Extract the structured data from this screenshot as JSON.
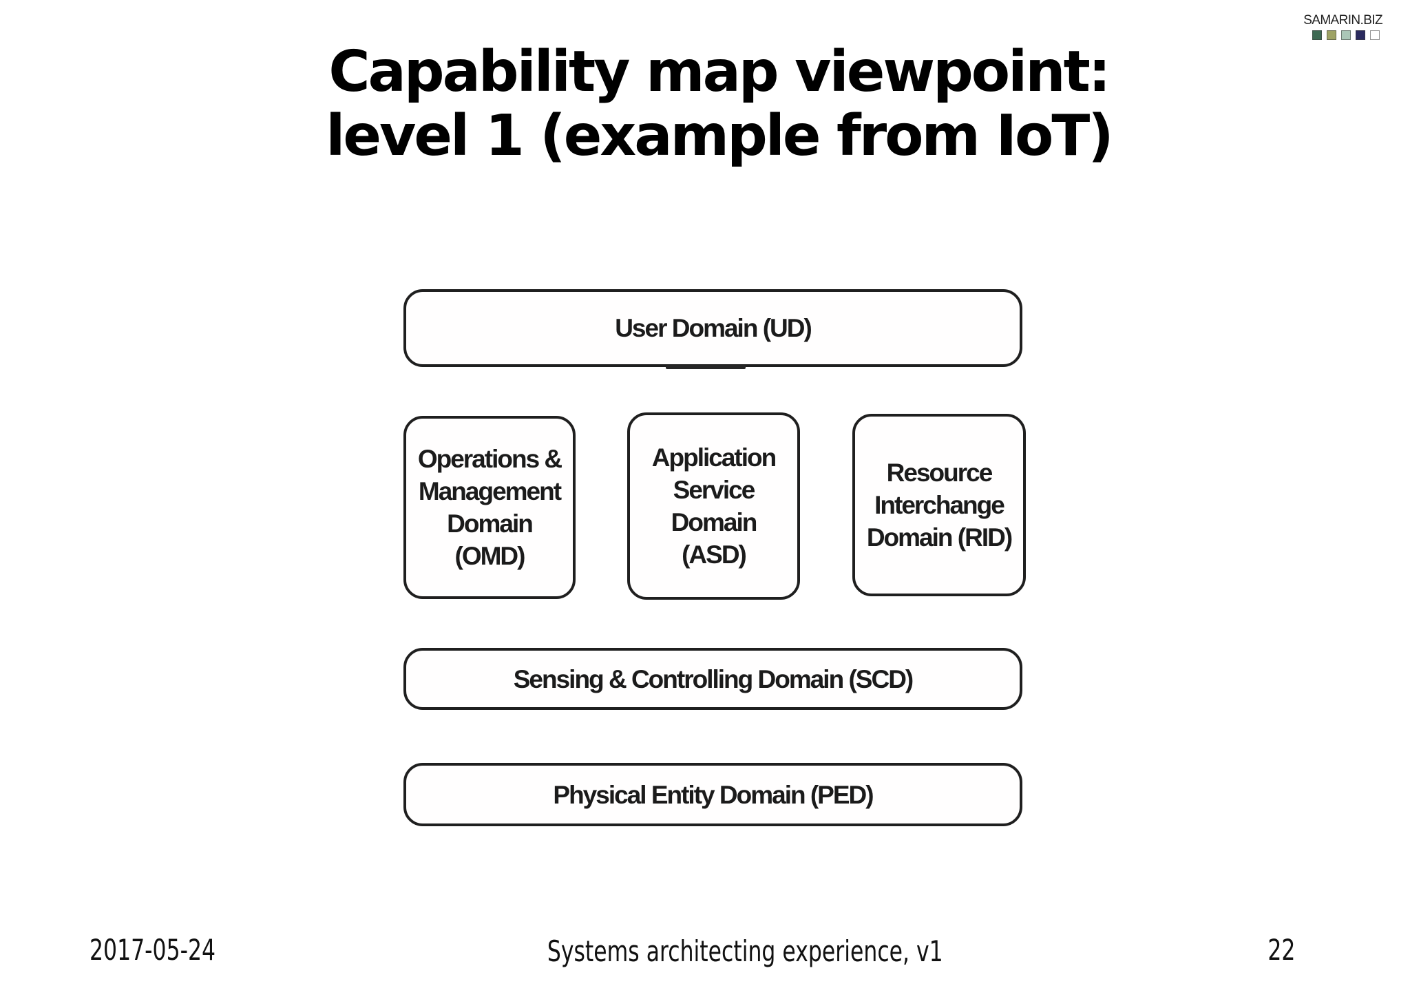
{
  "logo": {
    "text": "SAMARIN.BIZ",
    "palette": [
      "#3e6a53",
      "#9ea365",
      "#abc7b7",
      "#2a2a5e",
      "#ffffff"
    ]
  },
  "title": {
    "line1": "Capability map viewpoint:",
    "line2": "level 1 (example from IoT)"
  },
  "diagram": {
    "boxes": {
      "ud": "User Domain (UD)",
      "omd": "Operations &\nManagement\nDomain\n(OMD)",
      "asd": "Application\nService\nDomain\n(ASD)",
      "rid": "Resource\nInterchange\nDomain (RID)",
      "scd": "Sensing & Controlling Domain (SCD)",
      "ped": "Physical Entity Domain (PED)"
    },
    "border_color": "#1f1f1f",
    "text_color": "#1b1b1b"
  },
  "footer": {
    "date": "2017-05-24",
    "center": "Systems architecting experience, v1",
    "page": "22"
  }
}
